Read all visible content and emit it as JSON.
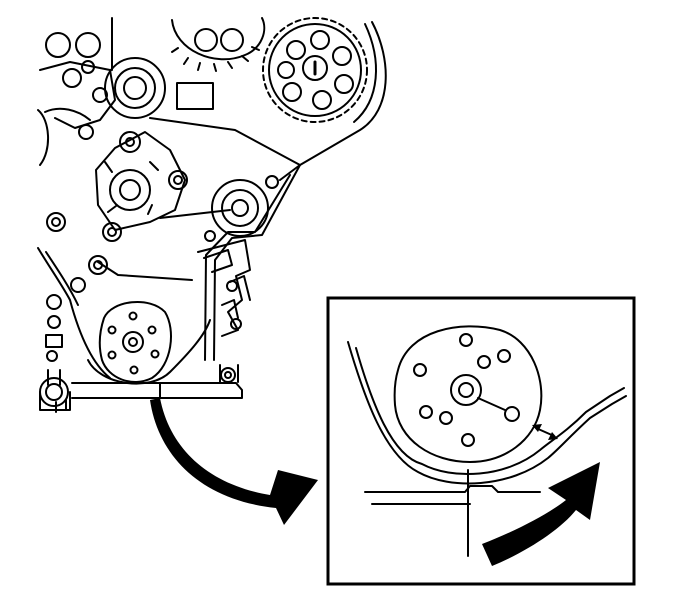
{
  "figure": {
    "colors": {
      "line": "#000000",
      "background": "#ffffff"
    },
    "parts": [
      "timing-belt",
      "camshaft-sprocket-left",
      "camshaft-sprocket-right",
      "belt-tensioner",
      "idler-pulley",
      "crankshaft-sprocket",
      "water-pump"
    ],
    "detail_view": {
      "subject": "crankshaft-sprocket-timing-mark",
      "arrows": [
        "callout-arrow",
        "rotation-arrow",
        "double-headed-arrow"
      ]
    }
  }
}
